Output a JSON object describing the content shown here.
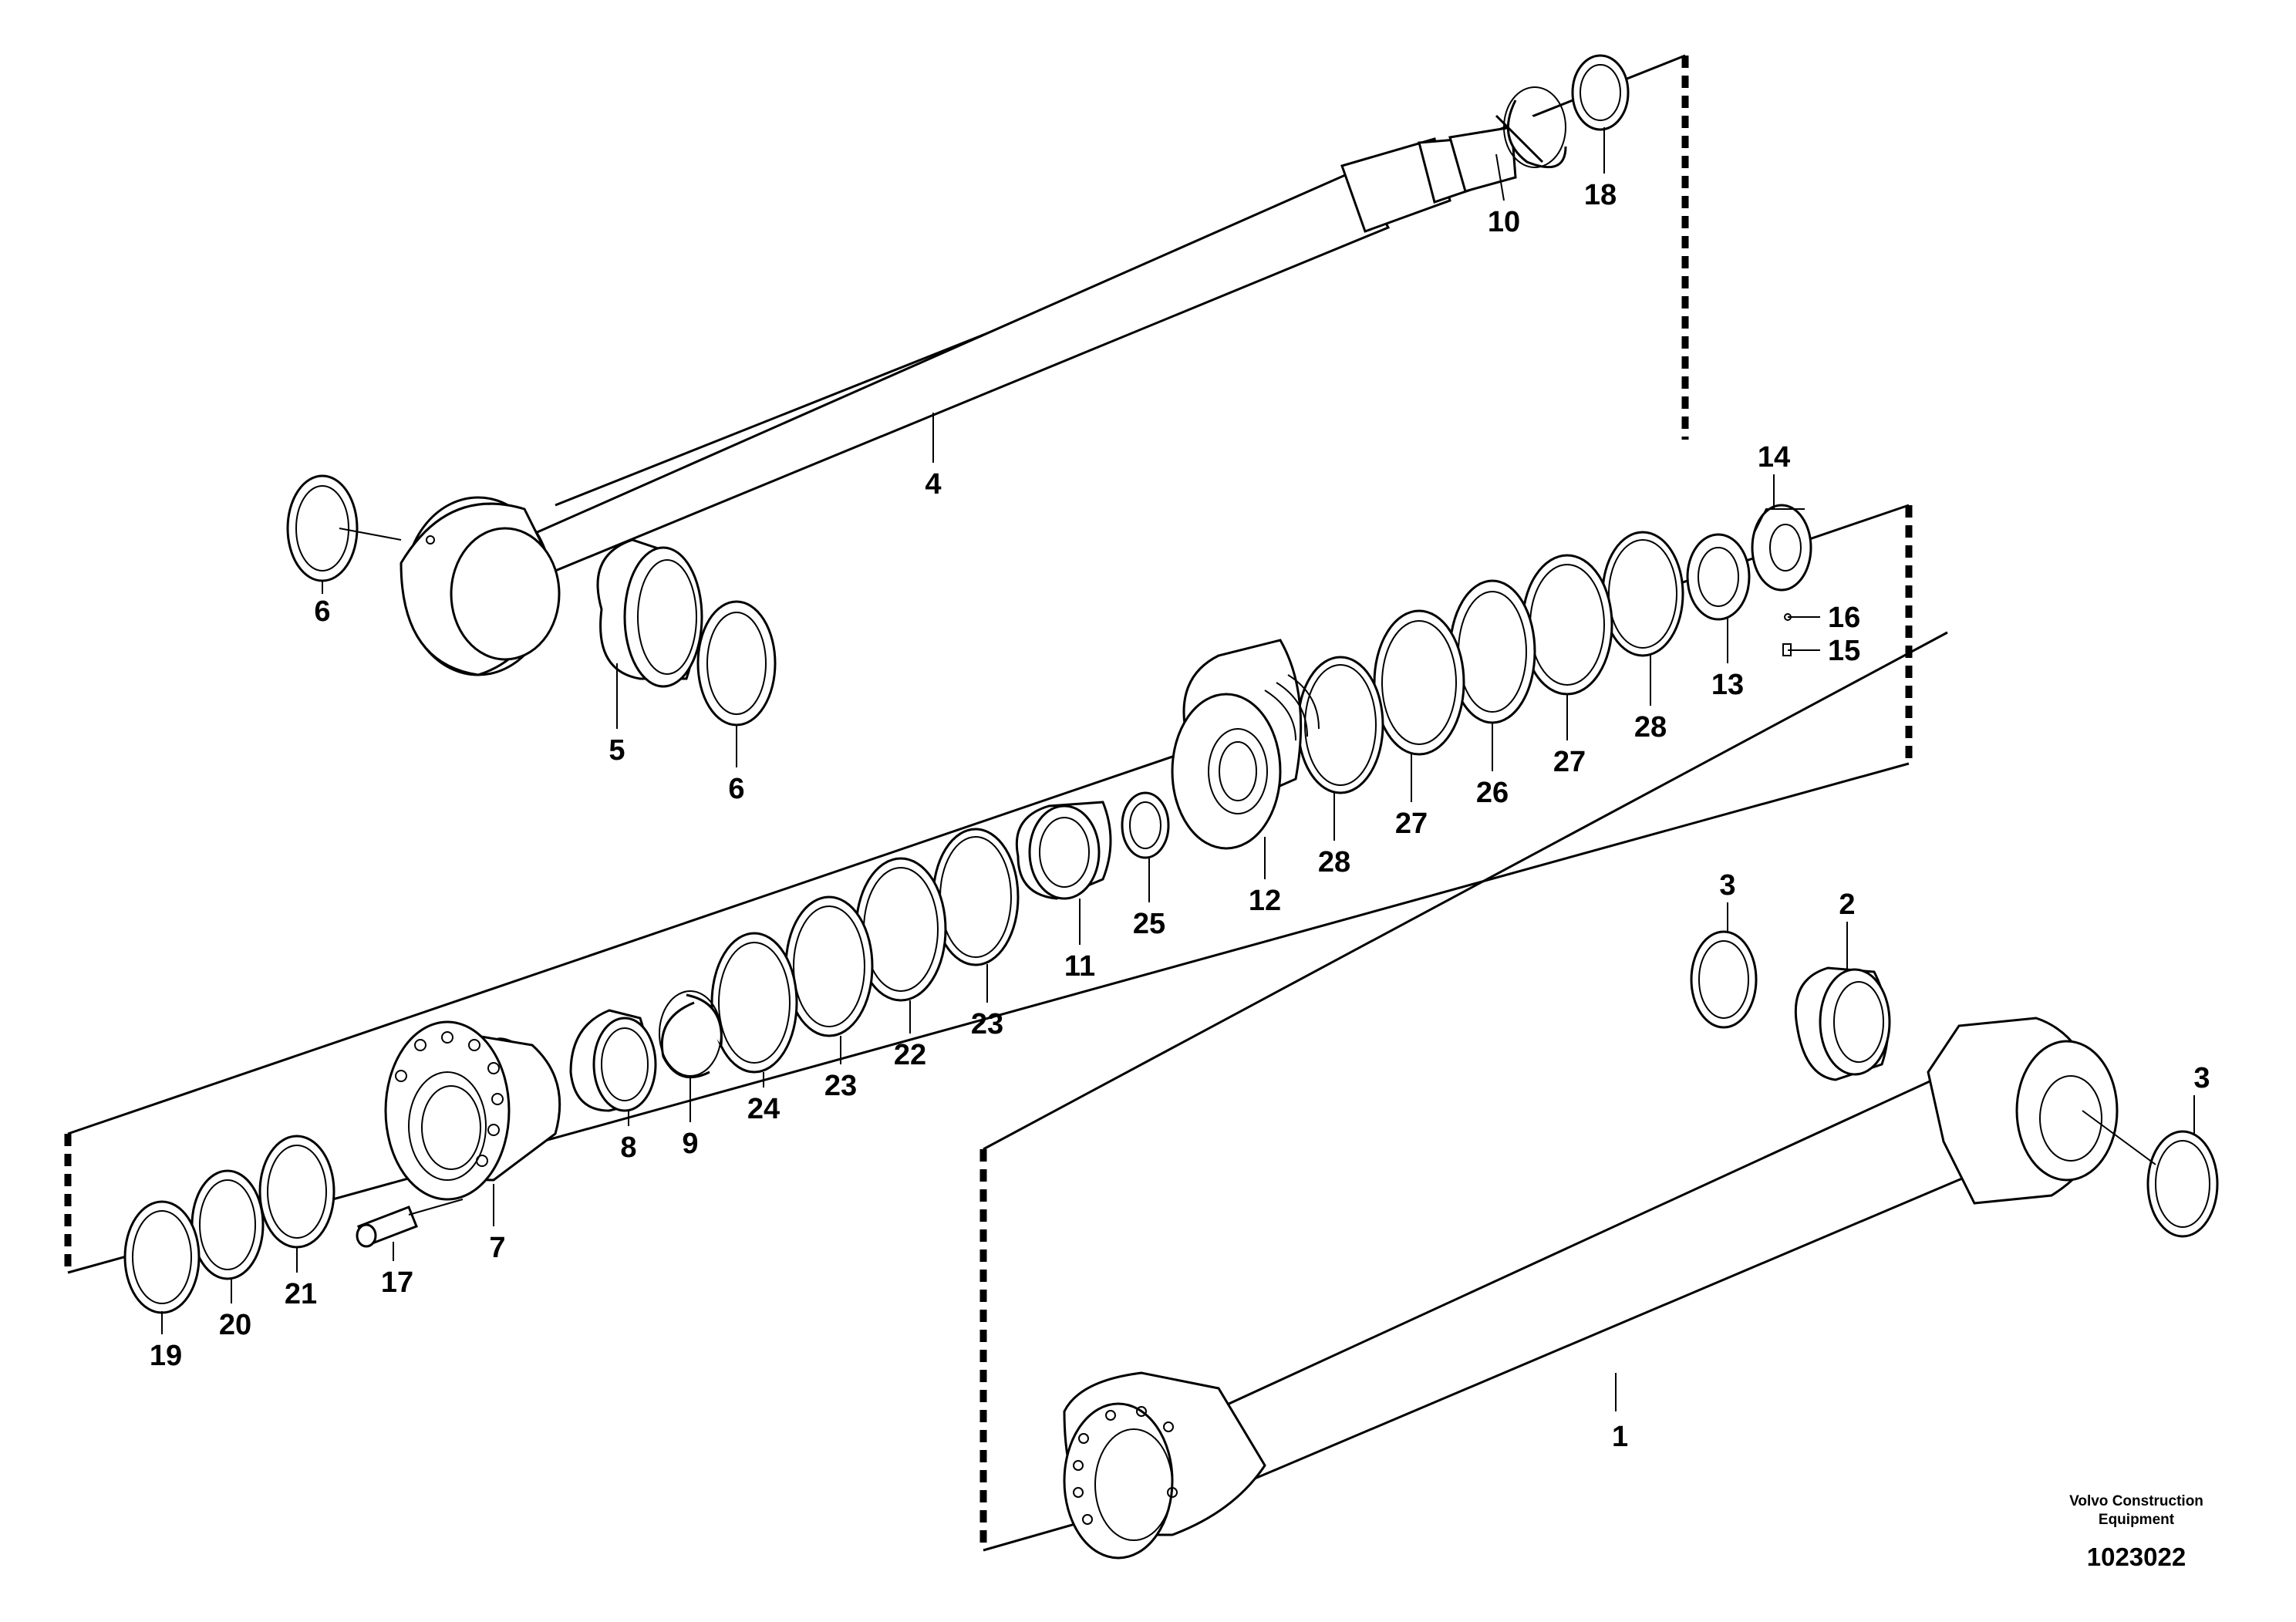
{
  "diagram": {
    "labels": [
      "1",
      "2",
      "3",
      "3",
      "4",
      "5",
      "6",
      "6",
      "7",
      "8",
      "9",
      "10",
      "11",
      "12",
      "13",
      "14",
      "15",
      "16",
      "17",
      "18",
      "19",
      "20",
      "21",
      "22",
      "23",
      "23",
      "24",
      "25",
      "26",
      "27",
      "27",
      "28",
      "28"
    ]
  },
  "footer": {
    "company_line1": "Volvo Construction",
    "company_line2": "Equipment",
    "drawing_number": "1023022"
  }
}
